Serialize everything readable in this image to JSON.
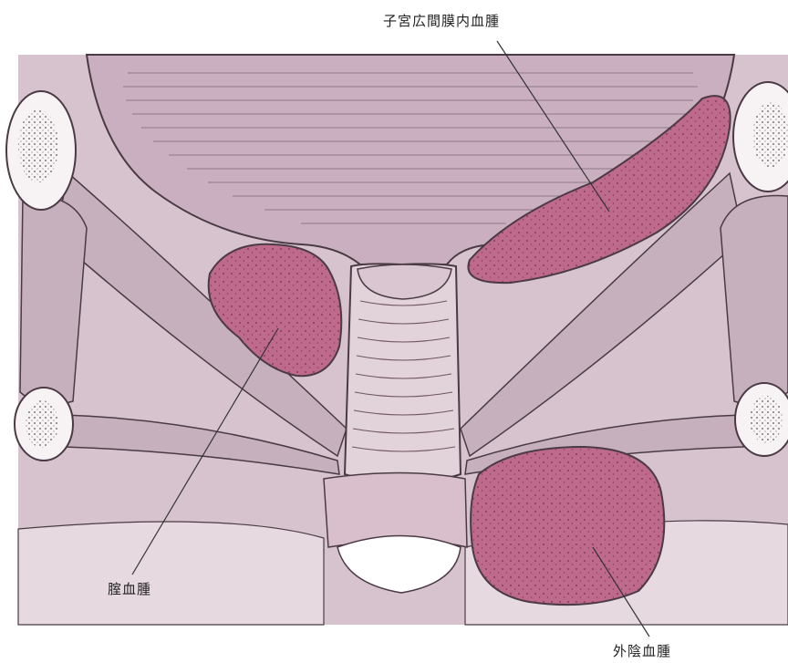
{
  "labels": {
    "broad_ligament_hematoma": "子宮広間膜内血腫",
    "vaginal_hematoma": "腟血腫",
    "vulvar_hematoma": "外陰血腫"
  },
  "colors": {
    "background_tissue": "#d6c3cd",
    "uterus": "#c9afbf",
    "hematoma": "#bd6a8c",
    "muscle": "#c7b0be",
    "bone": "#f7f3f5",
    "line": "#4a3a44"
  }
}
